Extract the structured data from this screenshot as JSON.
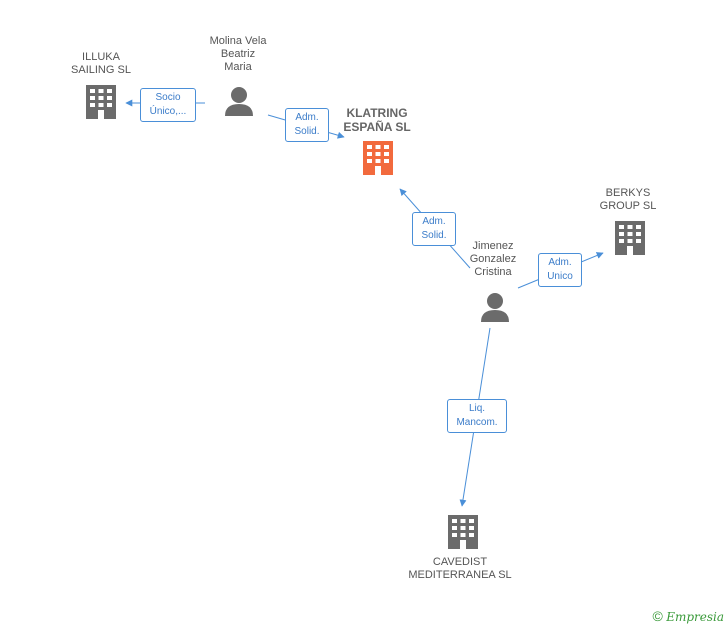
{
  "colors": {
    "edge": "#4a8fd8",
    "company": "#6b6b6b",
    "company_main": "#f26a3d",
    "person": "#6b6b6b"
  },
  "nodes": {
    "illuka": {
      "label": "ILLUKA\nSAILING SL",
      "icon": "building-icon"
    },
    "molina": {
      "label": "Molina Vela\nBeatriz\nMaria",
      "icon": "person-icon"
    },
    "klatring": {
      "label": "KLATRING\nESPAÑA SL",
      "icon": "building-icon"
    },
    "berkys": {
      "label": "BERKYS\nGROUP SL",
      "icon": "building-icon"
    },
    "jimenez": {
      "label": "Jimenez\nGonzalez\nCristina",
      "icon": "person-icon"
    },
    "cavedist": {
      "label": "CAVEDIST\nMEDITERRANEA SL",
      "icon": "building-icon"
    }
  },
  "edges": {
    "molina_illuka": "Socio\nÚnico,...",
    "molina_klatring": "Adm.\nSolid.",
    "jimenez_klatring": "Adm.\nSolid.",
    "jimenez_berkys": "Adm.\nUnico",
    "jimenez_cavedist": "Liq.\nMancom."
  },
  "footer": {
    "copyright": "©",
    "brand": "Empresia"
  }
}
